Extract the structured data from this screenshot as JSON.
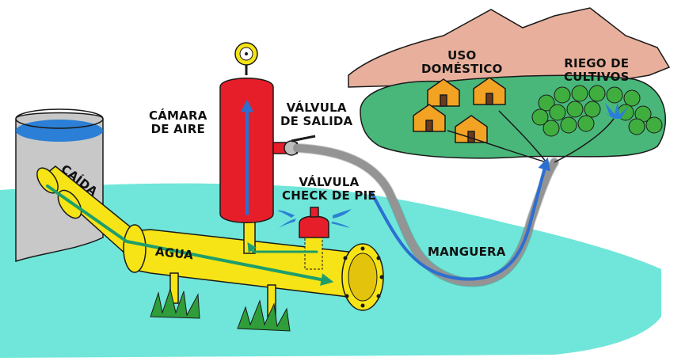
{
  "labels": {
    "caida": "CAÍDA",
    "agua": "AGUA",
    "camara_aire": [
      "CÁMARA",
      "DE AIRE"
    ],
    "valvula_salida": [
      "VÁLVULA",
      "DE SALIDA"
    ],
    "valvula_check": [
      "VÁLVULA",
      "CHECK DE PIE"
    ],
    "manguera": "MANGUERA",
    "uso_domestico": [
      "USO",
      "DOMÉSTICO"
    ],
    "riego_cultivos": [
      "RIEGO DE",
      "CULTIVOS"
    ]
  },
  "colors": {
    "water": "#6fe6d9",
    "land": "#49b77a",
    "mountain": "#e8b09c",
    "pipe": "#f6e416",
    "chamber": "#e61e2a",
    "hose": "#bdbdbd",
    "flow_arrow": "#2c6fd1",
    "house": "#f2a324",
    "tree": "#3fae3f",
    "tank": "#c8c8c8",
    "outline": "#1a1a1a"
  },
  "icons": [
    "house-icon",
    "tree-icon",
    "pressure-gauge-icon",
    "grass-icon",
    "water-splash-icon"
  ]
}
